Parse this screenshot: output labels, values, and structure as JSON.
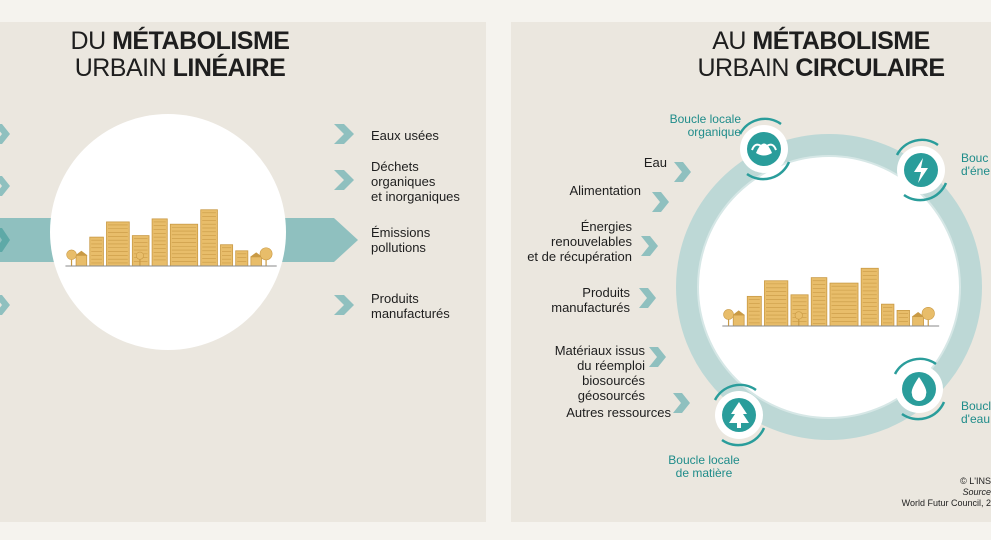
{
  "colors": {
    "background": "#ebe7df",
    "teal": "#2a9d9b",
    "teal_light": "#8fc0bf",
    "ring": "#bdd8d6",
    "building": "#e8bd6a",
    "building_dark": "#c99a45"
  },
  "linear": {
    "title_thin_1": "DU ",
    "title_bold_1": "MÉTABOLISME",
    "title_thin_2": "URBAIN ",
    "title_bold_2": "LINÉAIRE",
    "outputs": [
      "Eaux usées",
      "Déchets\norganiques\net inorganiques",
      "Émissions\npollutions",
      "Produits\nmanufacturés"
    ]
  },
  "circular": {
    "title_thin_1": "AU ",
    "title_bold_1": "MÉTABOLISME",
    "title_thin_2": "URBAIN ",
    "title_bold_2": "CIRCULAIRE",
    "inputs": [
      "Eau",
      "Alimentation",
      "Énergies\nrenouvelables\net de récupération",
      "Produits\nmanufacturés",
      "Matériaux issus\ndu réemploi biosourcés\ngéosourcés",
      "Autres ressources"
    ],
    "loops": [
      {
        "label": "Boucle locale\norganique",
        "icon": "lotus-icon"
      },
      {
        "label": "Bouc\nd'éne",
        "icon": "lightning-icon"
      },
      {
        "label": "Boucle locale\nde matière",
        "icon": "tree-icon"
      },
      {
        "label": "Boucl\nd'eau",
        "icon": "water-drop-icon"
      }
    ],
    "credits": [
      "© L'INS",
      "Source",
      "World Futur Council, 2"
    ]
  }
}
